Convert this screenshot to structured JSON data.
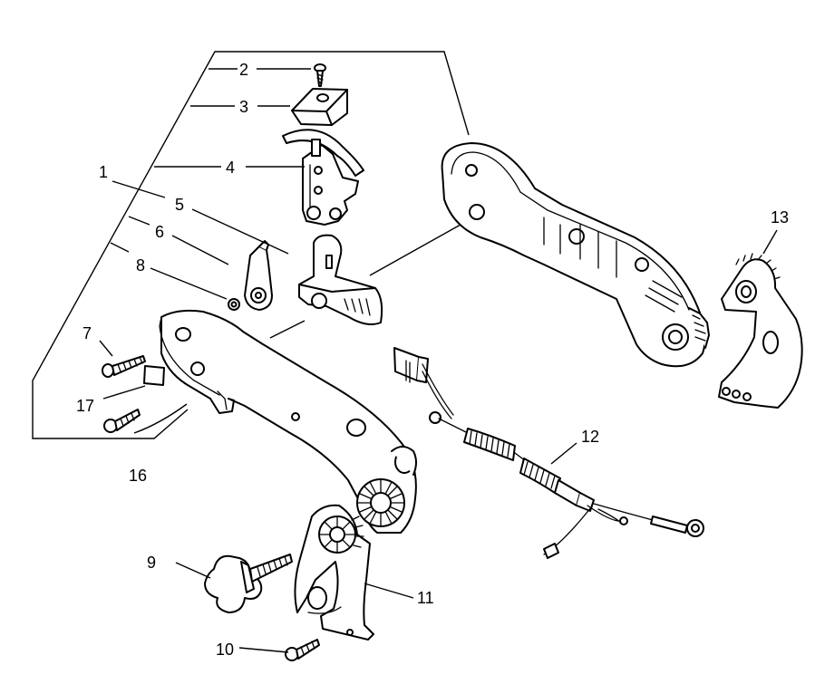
{
  "diagram": {
    "kind": "exploded-parts-view",
    "callouts": [
      {
        "id": "c1",
        "label": "1"
      },
      {
        "id": "c2",
        "label": "2"
      },
      {
        "id": "c3",
        "label": "3"
      },
      {
        "id": "c4",
        "label": "4"
      },
      {
        "id": "c5",
        "label": "5"
      },
      {
        "id": "c6",
        "label": "6"
      },
      {
        "id": "c7",
        "label": "7"
      },
      {
        "id": "c8",
        "label": "8"
      },
      {
        "id": "c9",
        "label": "9"
      },
      {
        "id": "c10",
        "label": "10"
      },
      {
        "id": "c11",
        "label": "11"
      },
      {
        "id": "c12",
        "label": "12"
      },
      {
        "id": "c13",
        "label": "13"
      },
      {
        "id": "c16",
        "label": "16"
      },
      {
        "id": "c17",
        "label": "17"
      }
    ]
  }
}
